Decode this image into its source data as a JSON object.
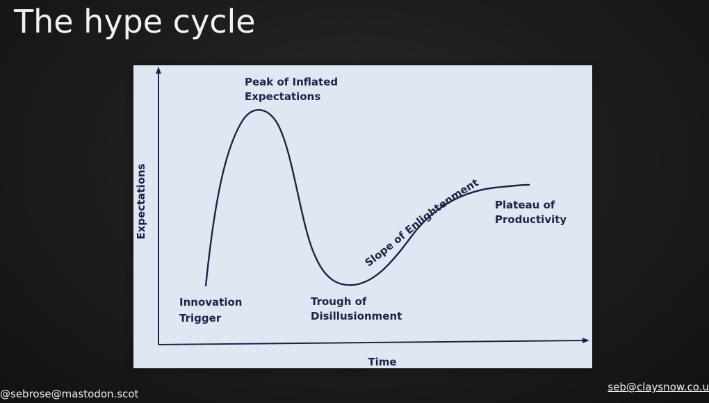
{
  "slide": {
    "title": "The hype cycle"
  },
  "diagram": {
    "x_axis_label": "Time",
    "y_axis_label": "Expectations",
    "phases": {
      "innovation_trigger": [
        "Innovation",
        "Trigger"
      ],
      "peak": [
        "Peak of Inflated",
        "Expectations"
      ],
      "trough": [
        "Trough of",
        "Disillusionment"
      ],
      "slope": "Slope of Enlightenment",
      "plateau": [
        "Plateau of",
        "Productivity"
      ]
    },
    "colors": {
      "background": "#dfe8f2",
      "ink": "#1f2247"
    }
  },
  "footer": {
    "left": "@sebrose@mastodon.scot",
    "right": "seb@claysnow.co.u"
  }
}
